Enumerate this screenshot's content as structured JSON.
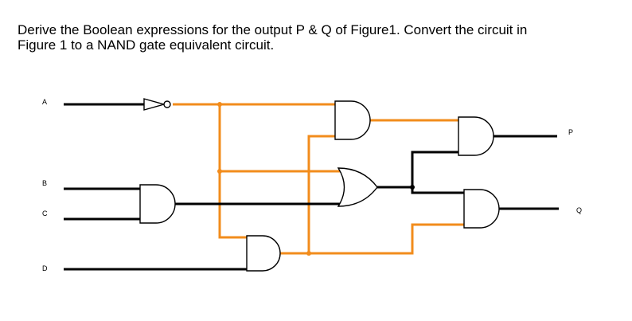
{
  "question": {
    "line1": "Derive the Boolean expressions for the output P & Q of Figure1. Convert the circuit in",
    "line2": "Figure 1 to a NAND gate equivalent circuit."
  },
  "circuit": {
    "inputs": {
      "a": "A",
      "b": "B",
      "c": "C",
      "d": "D"
    },
    "outputs": {
      "p": "P",
      "q": "Q"
    },
    "colors": {
      "wire_primary": "#000000",
      "wire_secondary": "#f28c1c",
      "gate_fill": "#ffffff"
    }
  }
}
